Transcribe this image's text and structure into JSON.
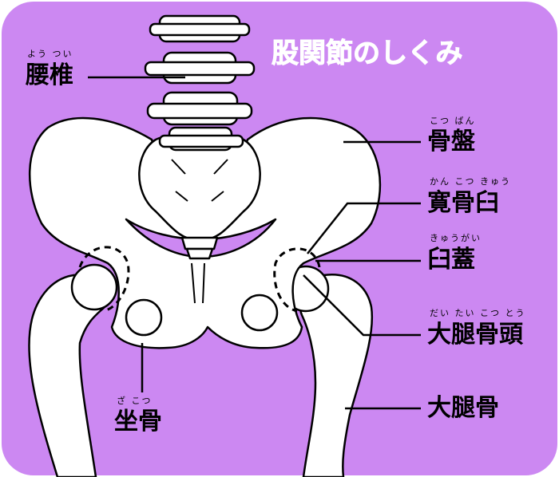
{
  "title": "股関節のしくみ",
  "colors": {
    "background": "#cc88f2",
    "bone_fill": "#ffffff",
    "outline": "#000000"
  },
  "labels": {
    "yotsui": {
      "text": "腰椎",
      "ruby": "よう つい"
    },
    "kotsuban": {
      "text": "骨盤",
      "ruby": "こつ ばん"
    },
    "kankotsukyu": {
      "text": "寛骨臼",
      "ruby": "かん こつ きゅう"
    },
    "kyugai": {
      "text": "臼蓋",
      "ruby": "きゅうがい"
    },
    "daitaikottou": {
      "text": "大腿骨頭",
      "ruby": "だい たい こつ とう"
    },
    "daitaikotsu": {
      "text": "大腿骨",
      "ruby": ""
    },
    "zakotsu": {
      "text": "坐骨",
      "ruby": "ざ こつ"
    }
  }
}
